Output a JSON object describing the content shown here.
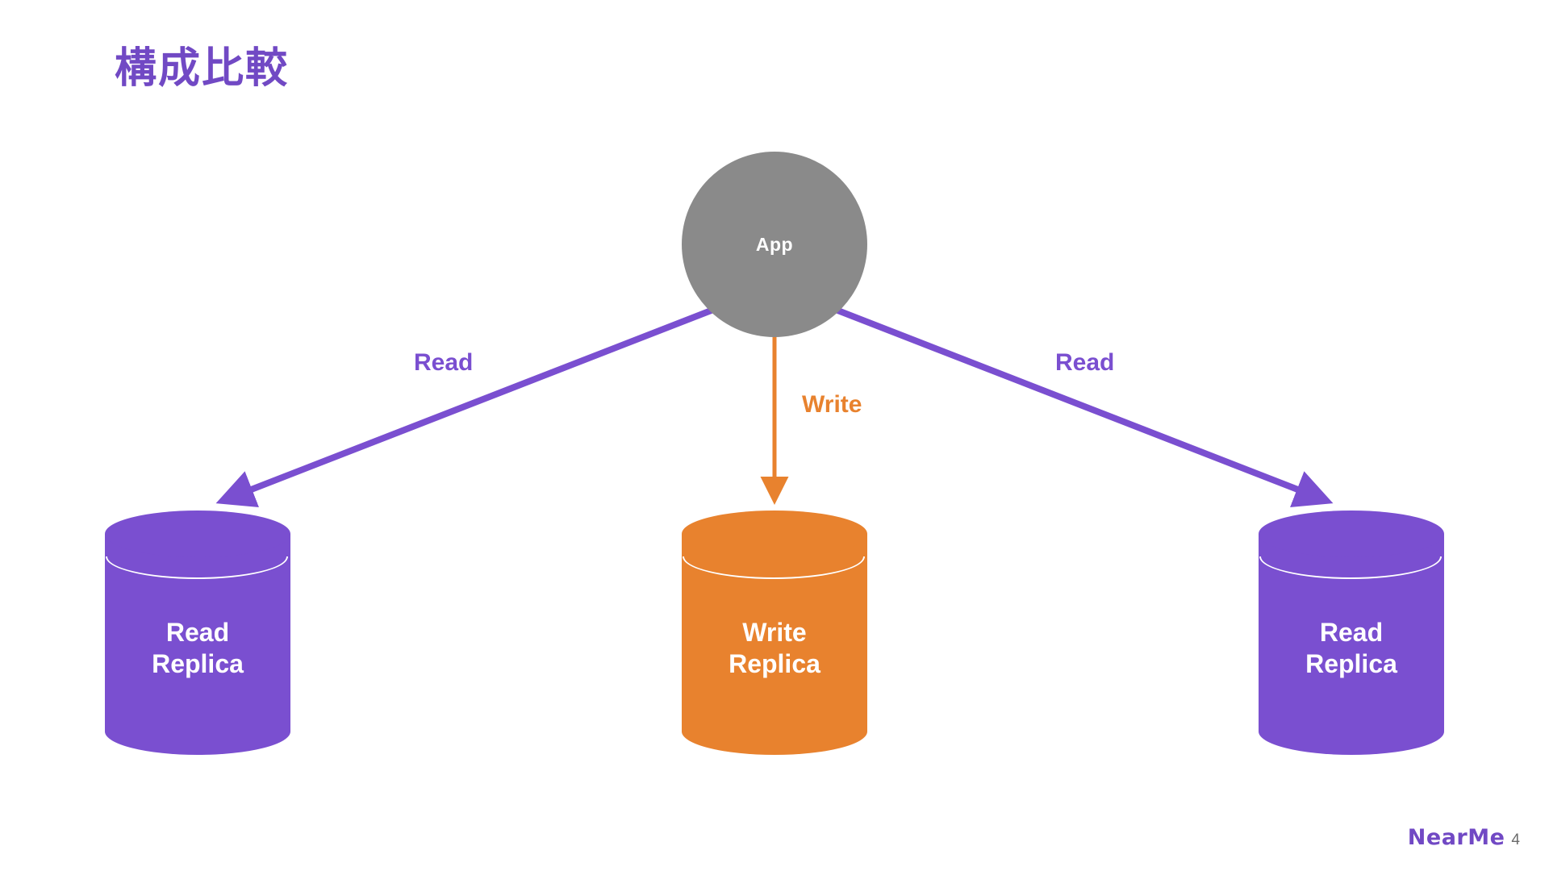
{
  "slide": {
    "title": "構成比較",
    "background_color": "#ffffff"
  },
  "colors": {
    "title_purple": "#7149c4",
    "node_purple": "#7a4fd0",
    "node_orange": "#e8822e",
    "node_gray": "#8a8a8a",
    "label_white": "#ffffff"
  },
  "diagram": {
    "type": "architecture-diagram",
    "app_node": {
      "label": "App",
      "shape": "circle",
      "color": "#8a8a8a"
    },
    "databases": [
      {
        "id": "read-replica-left",
        "line1": "Read",
        "line2": "Replica",
        "shape": "cylinder",
        "color": "#7a4fd0"
      },
      {
        "id": "write-replica",
        "line1": "Write",
        "line2": "Replica",
        "shape": "cylinder",
        "color": "#e8822e"
      },
      {
        "id": "read-replica-right",
        "line1": "Read",
        "line2": "Replica",
        "shape": "cylinder",
        "color": "#7a4fd0"
      }
    ],
    "edges": [
      {
        "id": "edge-read-left",
        "label": "Read",
        "color": "#7a4fd0",
        "from": "App",
        "to": "Read Replica"
      },
      {
        "id": "edge-write",
        "label": "Write",
        "color": "#e8822e",
        "from": "App",
        "to": "Write Replica"
      },
      {
        "id": "edge-read-right",
        "label": "Read",
        "color": "#7a4fd0",
        "from": "App",
        "to": "Read Replica"
      }
    ]
  },
  "footer": {
    "brand": "NearMe",
    "page_number": "4"
  }
}
